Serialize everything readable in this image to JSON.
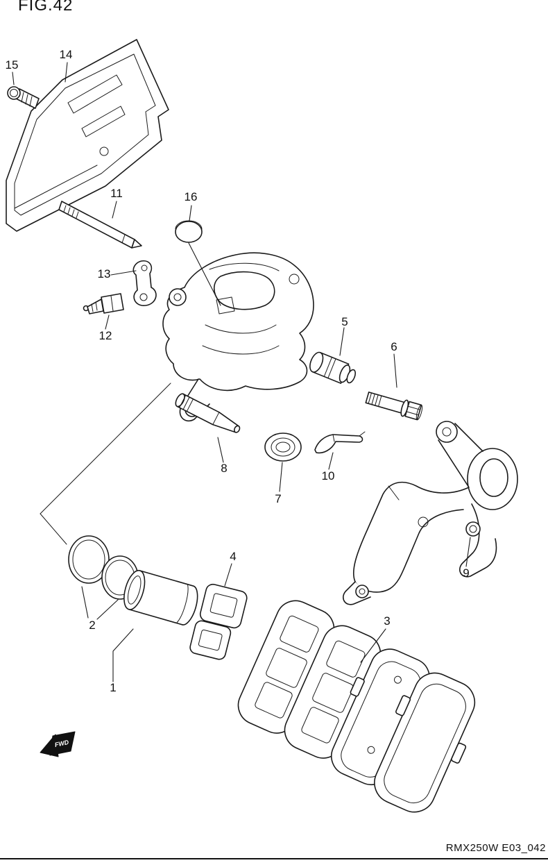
{
  "figure": {
    "title": "FIG.42",
    "footer": "RMX250W E03_042"
  },
  "fwd": {
    "label": "FWD"
  },
  "colors": {
    "line": "#1a1a1a",
    "background": "#ffffff",
    "fwd_arrow_fill": "#111111"
  },
  "callouts": [
    {
      "label": "1"
    },
    {
      "label": "2"
    },
    {
      "label": "3"
    },
    {
      "label": "4"
    },
    {
      "label": "5"
    },
    {
      "label": "6"
    },
    {
      "label": "7"
    },
    {
      "label": "8"
    },
    {
      "label": "9"
    },
    {
      "label": "10"
    },
    {
      "label": "11"
    },
    {
      "label": "12"
    },
    {
      "label": "13"
    },
    {
      "label": "14"
    },
    {
      "label": "15"
    },
    {
      "label": "16"
    }
  ]
}
